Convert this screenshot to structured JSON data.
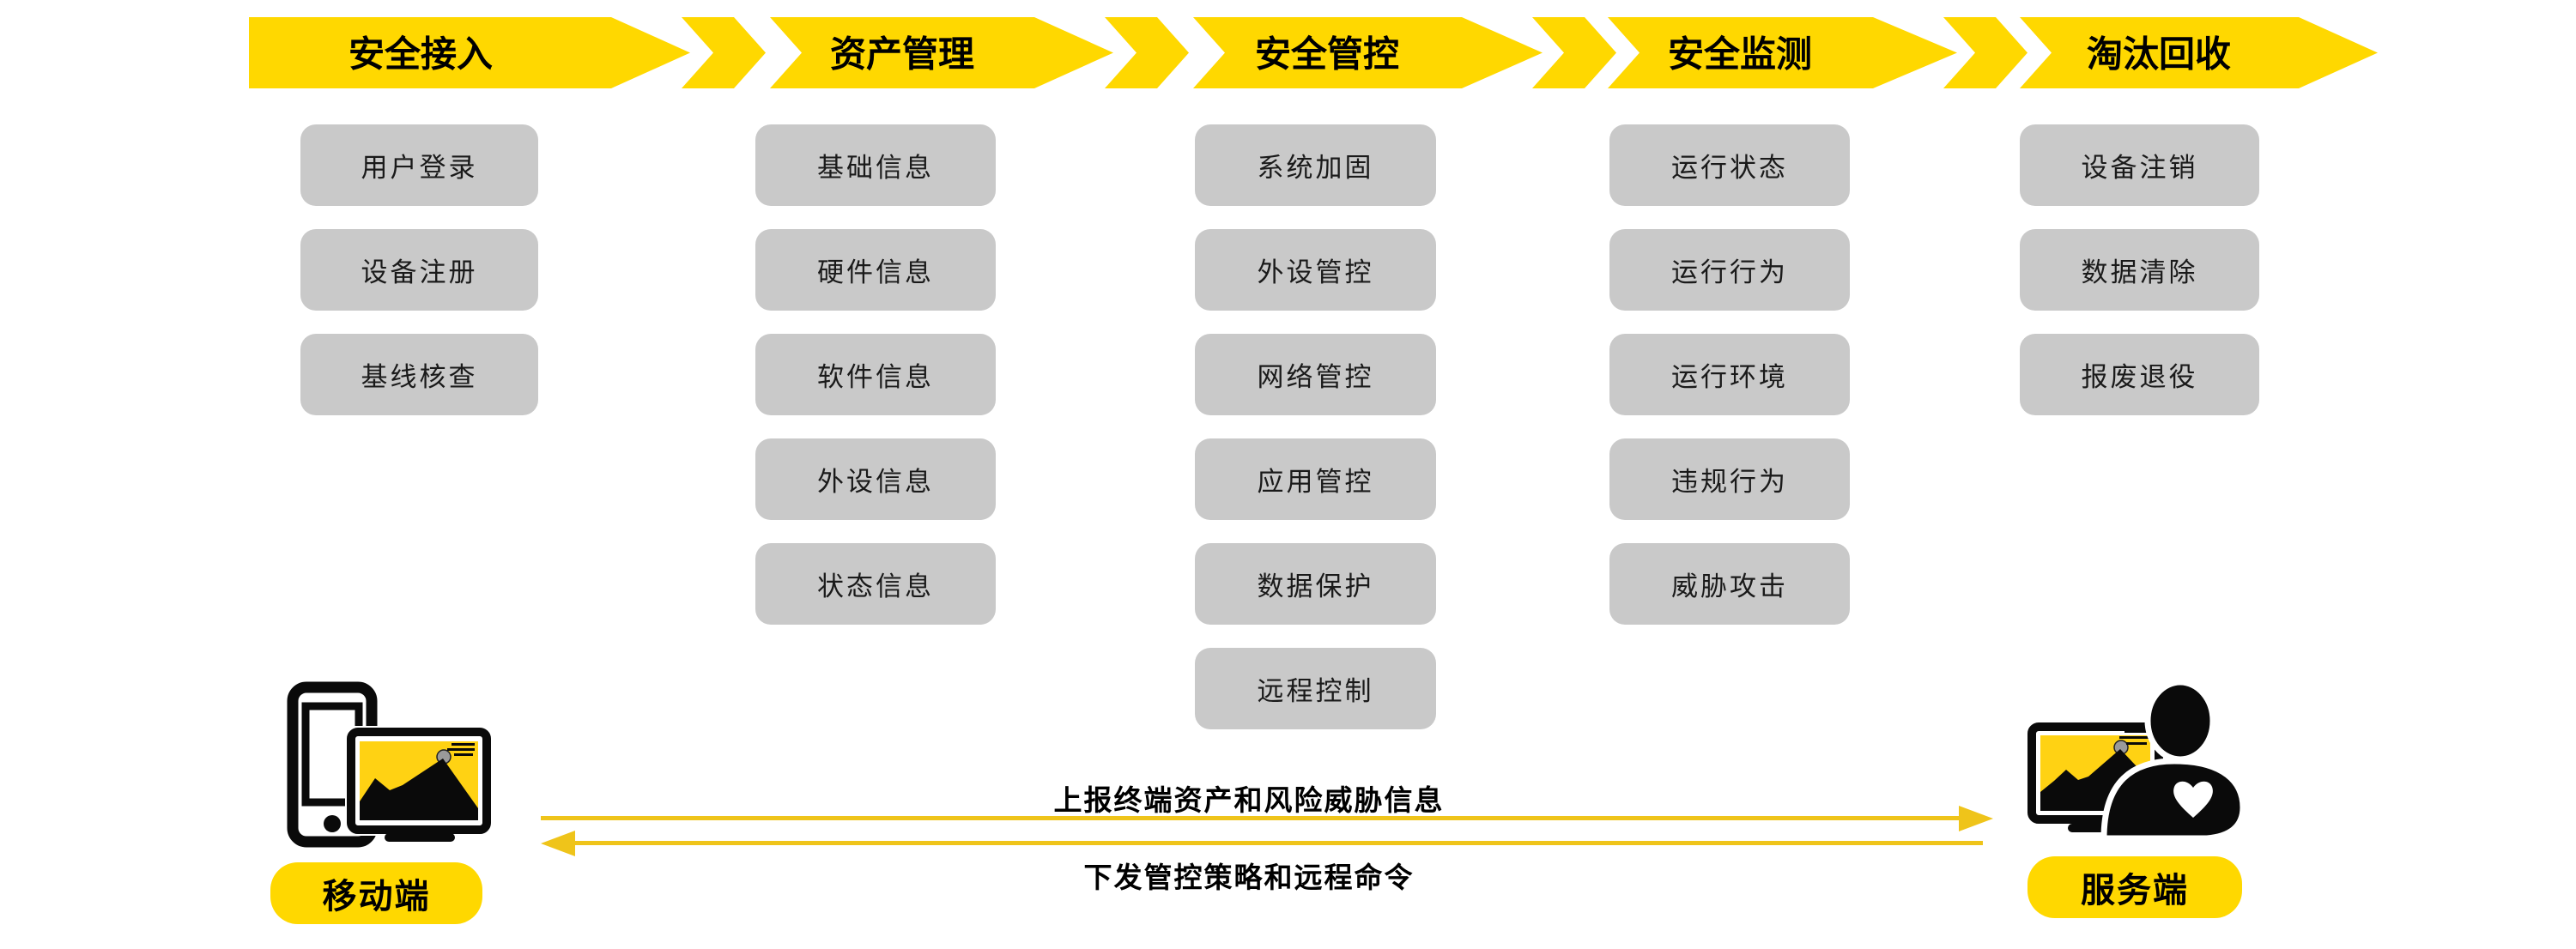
{
  "colors": {
    "banner_yellow": "#FFD800",
    "box_gray": "#C9C9C9",
    "flow_arrow_yellow": "#EFC41A",
    "icon_black": "#0A0A0A",
    "sun_gray": "#9A9A9A"
  },
  "stages": [
    {
      "label": "安全接入",
      "items": [
        "用户登录",
        "设备注册",
        "基线核查"
      ]
    },
    {
      "label": "资产管理",
      "items": [
        "基础信息",
        "硬件信息",
        "软件信息",
        "外设信息",
        "状态信息"
      ]
    },
    {
      "label": "安全管控",
      "items": [
        "系统加固",
        "外设管控",
        "网络管控",
        "应用管控",
        "数据保护",
        "远程控制"
      ]
    },
    {
      "label": "安全监测",
      "items": [
        "运行状态",
        "运行行为",
        "运行环境",
        "违规行为",
        "威胁攻击"
      ]
    },
    {
      "label": "淘汰回收",
      "items": [
        "设备注销",
        "数据清除",
        "报废退役"
      ]
    }
  ],
  "endpoints": {
    "mobile": "移动端",
    "server": "服务端"
  },
  "flows": {
    "upload": "上报终端资产和风险威胁信息",
    "download": "下发管控策略和远程命令"
  }
}
